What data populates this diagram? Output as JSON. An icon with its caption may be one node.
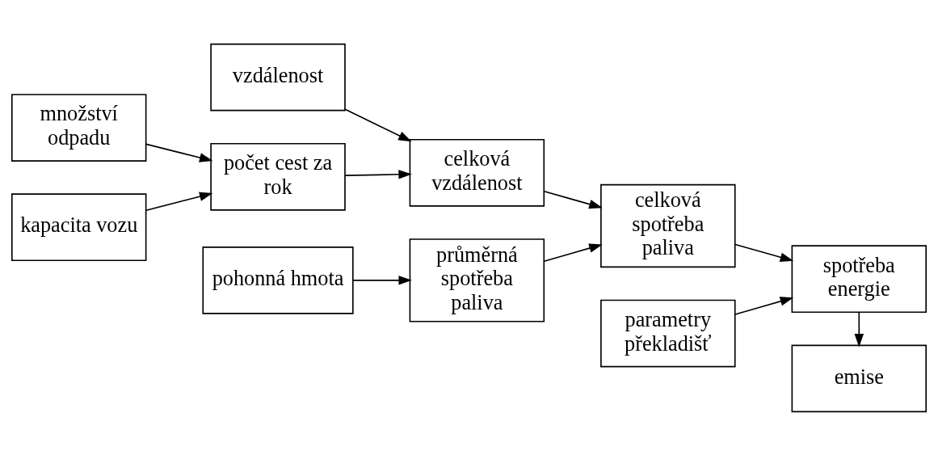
{
  "diagram": {
    "nodes": [
      {
        "text": [
          "vzdálenost"
        ]
      },
      {
        "text": [
          "celková vzdálenost"
        ]
      },
      {
        "text": [
          "množství odpadu"
        ]
      },
      {
        "text": [
          "počet cest za rok"
        ]
      },
      {
        "text": [
          "celková spotřeba paliva"
        ]
      },
      {
        "text": [
          "kapacita vozu"
        ]
      },
      {
        "text": [
          "spotřeba energie"
        ]
      },
      {
        "text": [
          "pohonná hmota"
        ]
      },
      {
        "text": [
          "průměrná spotřeba paliva"
        ]
      },
      {
        "text": [
          "emise"
        ]
      },
      {
        "text": [
          "parametry překladišť"
        ]
      }
    ],
    "edges": [
      {
        "from": 0,
        "to": 1,
        "arrow": "to"
      },
      {
        "from": 2,
        "to": 3,
        "arrow": "to"
      },
      {
        "from": 3,
        "to": 1,
        "arrow": "to"
      },
      {
        "from": 5,
        "to": 3,
        "arrow": "to"
      },
      {
        "from": 1,
        "to": 4,
        "arrow": "to"
      },
      {
        "from": 7,
        "to": 8,
        "arrow": "to"
      },
      {
        "from": 8,
        "to": 4,
        "arrow": "to"
      },
      {
        "from": 4,
        "to": 6,
        "arrow": "to"
      },
      {
        "from": 10,
        "to": 6,
        "arrow": "to"
      },
      {
        "from": 6,
        "to": 9,
        "arrow": "to"
      }
    ]
  }
}
